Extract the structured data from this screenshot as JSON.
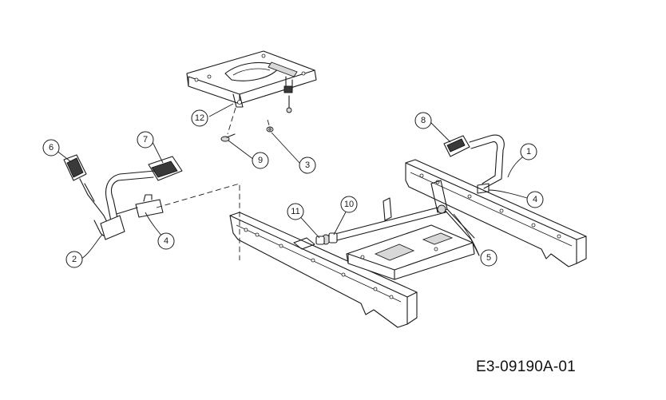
{
  "diagram": {
    "reference_code": "E3-09190A-01",
    "callouts": [
      {
        "key": "c1",
        "label": "1"
      },
      {
        "key": "c2",
        "label": "2"
      },
      {
        "key": "c3",
        "label": "3"
      },
      {
        "key": "c4a",
        "label": "4"
      },
      {
        "key": "c4b",
        "label": "4"
      },
      {
        "key": "c5",
        "label": "5"
      },
      {
        "key": "c6",
        "label": "6"
      },
      {
        "key": "c7",
        "label": "7"
      },
      {
        "key": "c8",
        "label": "8"
      },
      {
        "key": "c9",
        "label": "9"
      },
      {
        "key": "c10",
        "label": "10"
      },
      {
        "key": "c11",
        "label": "11"
      },
      {
        "key": "c12",
        "label": "12"
      }
    ]
  }
}
